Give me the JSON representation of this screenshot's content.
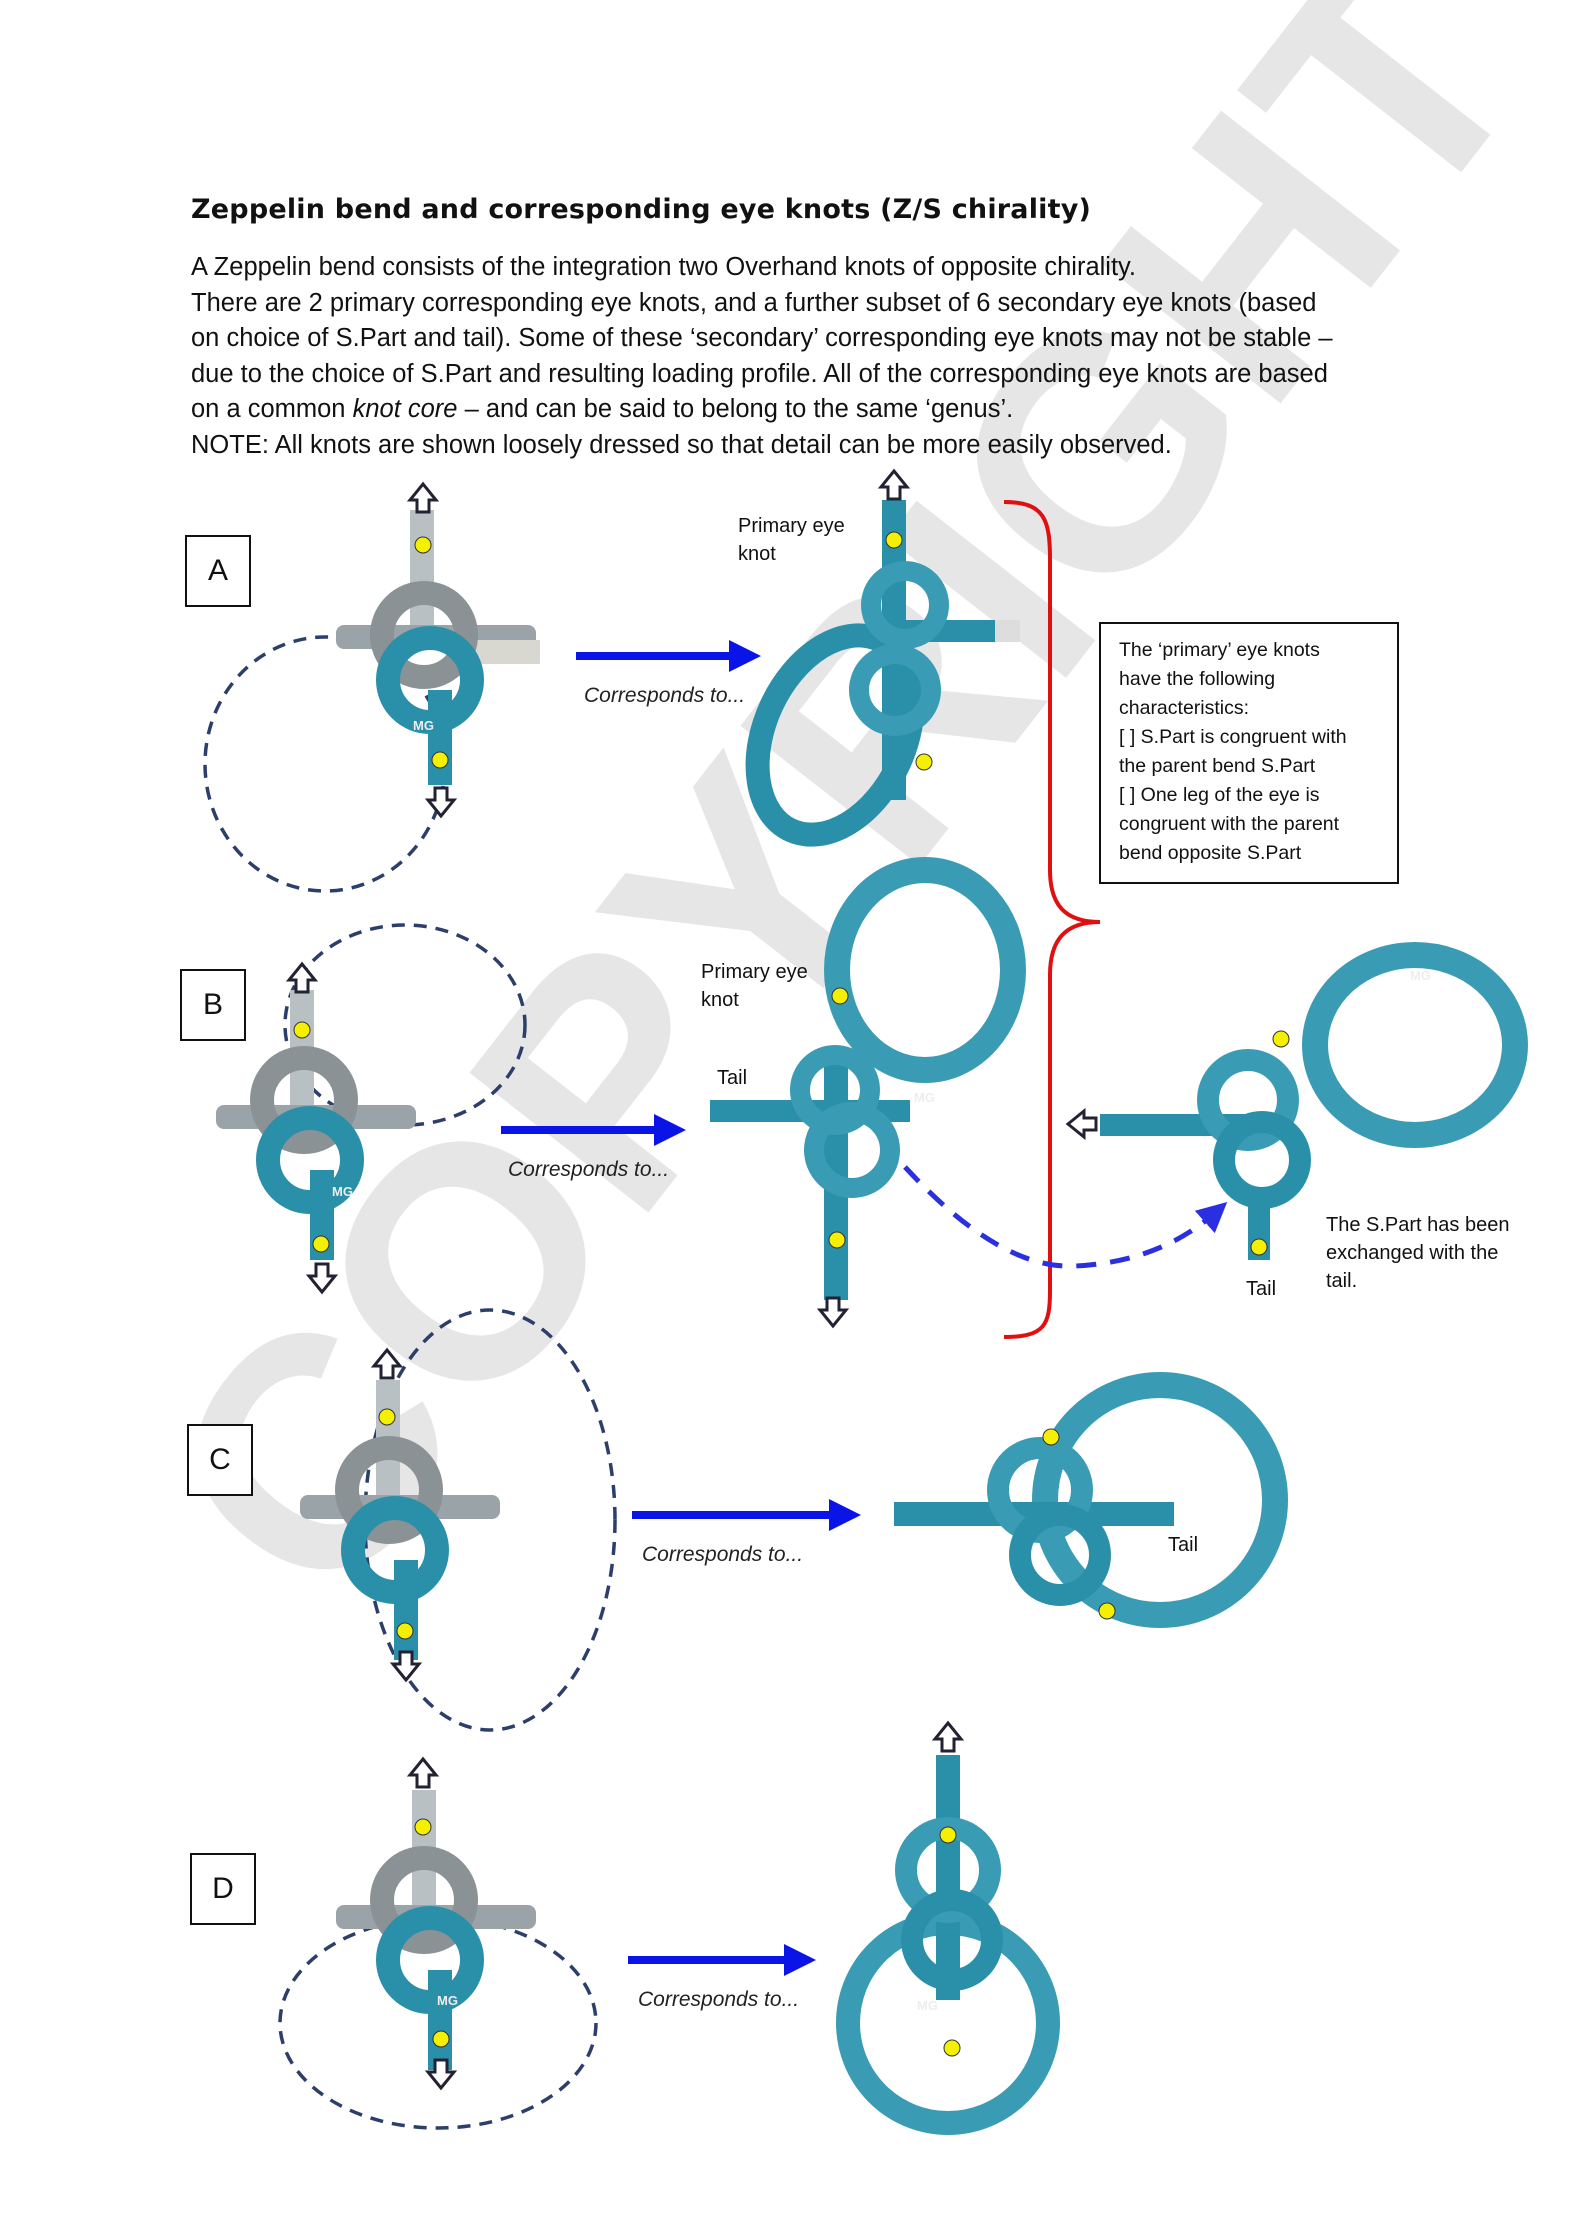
{
  "title": "Zeppelin bend and corresponding eye knots (Z/S chirality)",
  "intro": {
    "line1": "A Zeppelin bend consists of the integration two Overhand knots of opposite chirality.",
    "line2": "There are 2 primary corresponding eye knots, and a further subset of 6 secondary eye knots (based",
    "line3": "on choice of S.Part and tail). Some of these ‘secondary’ corresponding eye knots may not be stable –",
    "line4": "due to the choice of S.Part and resulting loading profile. All of the corresponding eye knots are based",
    "line5_a": "on a common ",
    "line5_em": "knot core",
    "line5_b": " – and can be said to belong to the same ‘genus’.",
    "note": "NOTE: All knots are shown loosely dressed so that detail can be more easily observed."
  },
  "panels": {
    "a": {
      "label": "A",
      "corresponds": "Corresponds to...",
      "primary_line1": "Primary eye",
      "primary_line2": "knot"
    },
    "b": {
      "label": "B",
      "corresponds": "Corresponds to...",
      "primary_line1": "Primary eye",
      "primary_line2": "knot",
      "tail": "Tail",
      "alt_tail": "Tail",
      "exchanged_line1": "The S.Part has been",
      "exchanged_line2": "exchanged with the",
      "exchanged_line3": "tail."
    },
    "c": {
      "label": "C",
      "corresponds": "Corresponds to...",
      "tail": "Tail"
    },
    "d": {
      "label": "D",
      "corresponds": "Corresponds to..."
    }
  },
  "characteristics_box": {
    "lines": [
      "The ‘primary’ eye knots",
      "have the following",
      "characteristics:",
      "[ ] S.Part is congruent with",
      "the parent bend S.Part",
      "[ ] One leg of the eye is",
      "congruent with the parent",
      "bend opposite S.Part"
    ]
  },
  "rope_marks": {
    "initials": "MG"
  },
  "watermark": "COPYRIGHT",
  "colors": {
    "rope": "#2a8fa8",
    "rope_grey": "#9aa3a8",
    "arrow_blue": "#0a14e6",
    "bracket_red": "#e01010",
    "dash_navy": "#2c3e6b",
    "marker_yellow": "#f5f000"
  }
}
